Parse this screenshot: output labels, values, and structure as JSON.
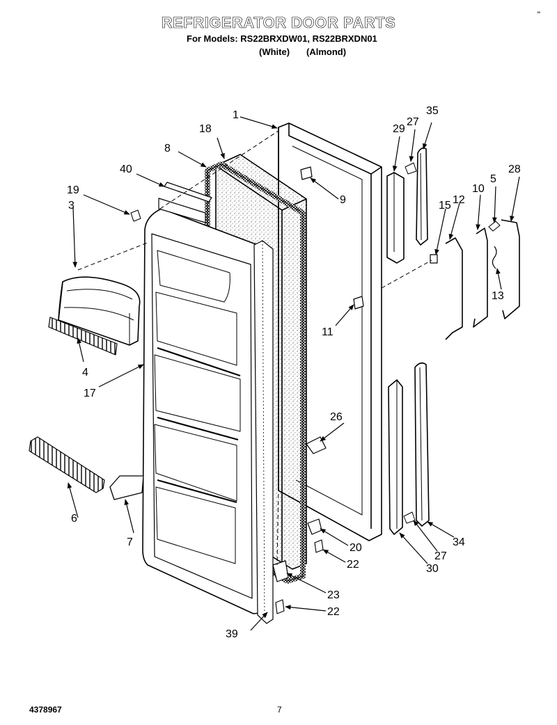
{
  "header": {
    "title": "REFRIGERATOR DOOR PARTS",
    "models_line": "For Models: RS22BRXDW01, RS22BRXDN01",
    "variant_white": "(White)",
    "variant_almond": "(Almond)",
    "corner_mark": "\""
  },
  "callouts": [
    "1",
    "18",
    "8",
    "40",
    "19",
    "3",
    "9",
    "29",
    "27",
    "35",
    "28",
    "15",
    "12",
    "10",
    "5",
    "13",
    "11",
    "4",
    "17",
    "26",
    "6",
    "7",
    "20",
    "22",
    "23",
    "22",
    "39",
    "27",
    "30",
    "34"
  ],
  "footer": {
    "code": "4378967",
    "page": "7"
  }
}
